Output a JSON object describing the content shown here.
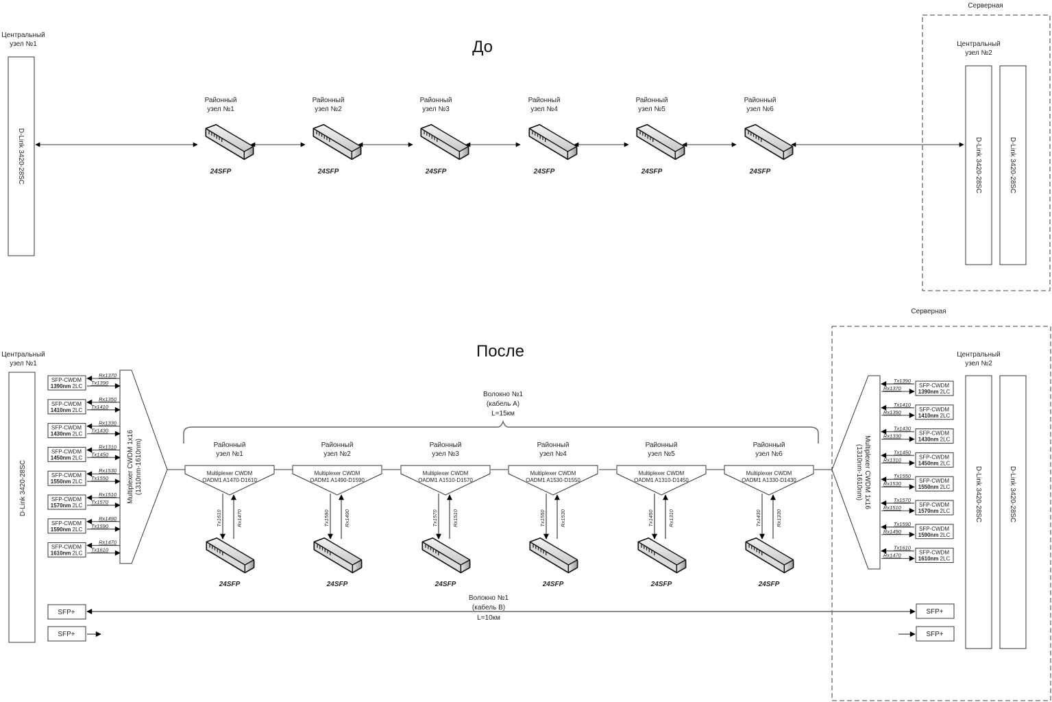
{
  "top": {
    "title": "До",
    "central1": {
      "label1": "Центральный",
      "label2": "узел №1",
      "device": "D-Link 3420-28SC"
    },
    "server_room": "Серверная",
    "central2": {
      "label1": "Центральный",
      "label2": "узел №2",
      "devices": [
        "D-Link 3420-28SC",
        "D-Link 3420-28SC"
      ]
    },
    "districts": [
      {
        "line1": "Районный",
        "line2": "узел №1",
        "switch": "24SFP"
      },
      {
        "line1": "Районный",
        "line2": "узел №2",
        "switch": "24SFP"
      },
      {
        "line1": "Районный",
        "line2": "узел №3",
        "switch": "24SFP"
      },
      {
        "line1": "Районный",
        "line2": "узел №4",
        "switch": "24SFP"
      },
      {
        "line1": "Районный",
        "line2": "узел №5",
        "switch": "24SFP"
      },
      {
        "line1": "Районный",
        "line2": "узел №6",
        "switch": "24SFP"
      }
    ]
  },
  "bottom": {
    "title": "После",
    "central1": {
      "label1": "Центральный",
      "label2": "узел №1",
      "device": "D-Link 3420-28SC"
    },
    "server_room": "Серверная",
    "central2": {
      "label1": "Центральный",
      "label2": "узел №2",
      "devices": [
        "D-Link 3420-28SC",
        "D-Link 3420-28SC"
      ]
    },
    "mux_left": {
      "line1": "Multiplexer CWDM 1x16",
      "line2": "(1310nm-1610nm)"
    },
    "mux_right": {
      "line1": "Multiplexer CWDM 1x16",
      "line2": "(1310nm-1610nm)"
    },
    "sfp_left": [
      {
        "name": "SFP-CWDM",
        "wl": "1390nm",
        "conn": "2LC",
        "rx": "Rx1370",
        "tx": "Tx1390"
      },
      {
        "name": "SFP-CWDM",
        "wl": "1410nm",
        "conn": "2LC",
        "rx": "Rx1350",
        "tx": "Tx1410"
      },
      {
        "name": "SFP-CWDM",
        "wl": "1430nm",
        "conn": "2LC",
        "rx": "Rx1330",
        "tx": "Tx1430"
      },
      {
        "name": "SFP-CWDM",
        "wl": "1450nm",
        "conn": "2LC",
        "rx": "Rx1310",
        "tx": "Tx1450"
      },
      {
        "name": "SFP-CWDM",
        "wl": "1550nm",
        "conn": "2LC",
        "rx": "Rx1530",
        "tx": "Tx1550"
      },
      {
        "name": "SFP-CWDM",
        "wl": "1570nm",
        "conn": "2LC",
        "rx": "Rx1510",
        "tx": "Tx1570"
      },
      {
        "name": "SFP-CWDM",
        "wl": "1590nm",
        "conn": "2LC",
        "rx": "Rx1490",
        "tx": "Tx1590"
      },
      {
        "name": "SFP-CWDM",
        "wl": "1610nm",
        "conn": "2LC",
        "rx": "Rx1470",
        "tx": "Tx1610"
      }
    ],
    "sfp_right": [
      {
        "name": "SFP-CWDM",
        "wl": "1390nm",
        "conn": "2LC",
        "tx": "Tx1390",
        "rx": "Rx1370"
      },
      {
        "name": "SFP-CWDM",
        "wl": "1410nm",
        "conn": "2LC",
        "tx": "Tx1410",
        "rx": "Rx1350"
      },
      {
        "name": "SFP-CWDM",
        "wl": "1430nm",
        "conn": "2LC",
        "tx": "Tx1430",
        "rx": "Rx1330"
      },
      {
        "name": "SFP-CWDM",
        "wl": "1450nm",
        "conn": "2LC",
        "tx": "Tx1450",
        "rx": "Rx1310"
      },
      {
        "name": "SFP-CWDM",
        "wl": "1550nm",
        "conn": "2LC",
        "tx": "Tx1550",
        "rx": "Rx1530"
      },
      {
        "name": "SFP-CWDM",
        "wl": "1570nm",
        "conn": "2LC",
        "tx": "Tx1570",
        "rx": "Rx1510"
      },
      {
        "name": "SFP-CWDM",
        "wl": "1590nm",
        "conn": "2LC",
        "tx": "Tx1590",
        "rx": "Rx1490"
      },
      {
        "name": "SFP-CWDM",
        "wl": "1610nm",
        "conn": "2LC",
        "tx": "Tx1610",
        "rx": "Rx1470"
      }
    ],
    "fiber_a": {
      "line1": "Волокно №1",
      "line2": "(кабель А)",
      "line3": "L=15км"
    },
    "fiber_b": {
      "line1": "Волокно №1",
      "line2": "(кабель В)",
      "line3": "L=10км"
    },
    "sfp_plus": "SFP+",
    "oadms": [
      {
        "line1": "Районный",
        "line2": "узел №1",
        "mux1": "Multiplexer CWDM",
        "mux2": "OADM1 A1470-D1610",
        "tx": "Tx1610",
        "rx": "Rx1470",
        "switch": "24SFP"
      },
      {
        "line1": "Районный",
        "line2": "узел №2",
        "mux1": "Multiplexer CWDM",
        "mux2": "OADM1 A1490-D1590",
        "tx": "Tx1590",
        "rx": "Rx1490",
        "switch": "24SFP"
      },
      {
        "line1": "Районный",
        "line2": "узел №3",
        "mux1": "Multiplexer CWDM",
        "mux2": "OADM1 A1510-D1570",
        "tx": "Tx1570",
        "rx": "Rx1510",
        "switch": "24SFP"
      },
      {
        "line1": "Районный",
        "line2": "узел №4",
        "mux1": "Multiplexer CWDM",
        "mux2": "OADM1 A1530-D1550",
        "tx": "Tx1550",
        "rx": "Rx1530",
        "switch": "24SFP"
      },
      {
        "line1": "Районный",
        "line2": "узел №5",
        "mux1": "Multiplexer CWDM",
        "mux2": "OADM1 A1310-D1450",
        "tx": "Tx1450",
        "rx": "Rx1310",
        "switch": "24SFP"
      },
      {
        "line1": "Районный",
        "line2": "узел №6",
        "mux1": "Multiplexer CWDM",
        "mux2": "OADM1 A1330-D1430",
        "tx": "Tx1430",
        "rx": "Rx1330",
        "switch": "24SFP"
      }
    ]
  }
}
